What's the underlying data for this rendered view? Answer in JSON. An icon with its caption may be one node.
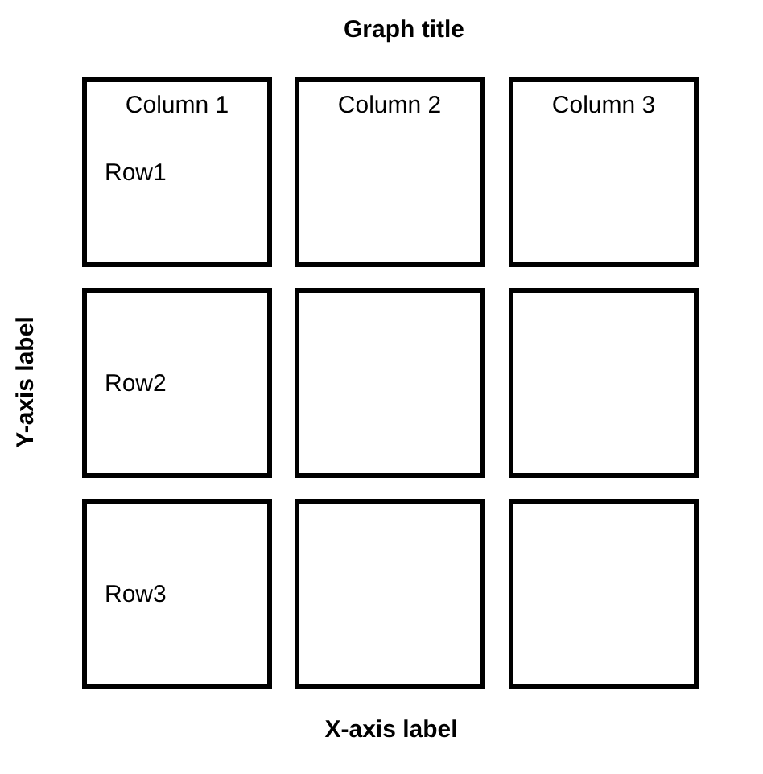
{
  "diagram": {
    "title": "Graph title",
    "nodes": [
      {
        "text": [
          "Column 1",
          "Row1"
        ]
      },
      {
        "text": [
          "Column 2"
        ]
      },
      {
        "text": [
          "Column 3"
        ]
      },
      {
        "text": [
          "Row2"
        ]
      },
      {
        "text": [],
        "shape": "box"
      },
      {
        "text": [],
        "shape": "box"
      },
      {
        "text": [
          "Row3"
        ]
      },
      {
        "text": [],
        "shape": "box"
      },
      {
        "text": [],
        "shape": "box"
      }
    ],
    "labels": [
      "Y-axis label",
      "X-axis label"
    ]
  }
}
